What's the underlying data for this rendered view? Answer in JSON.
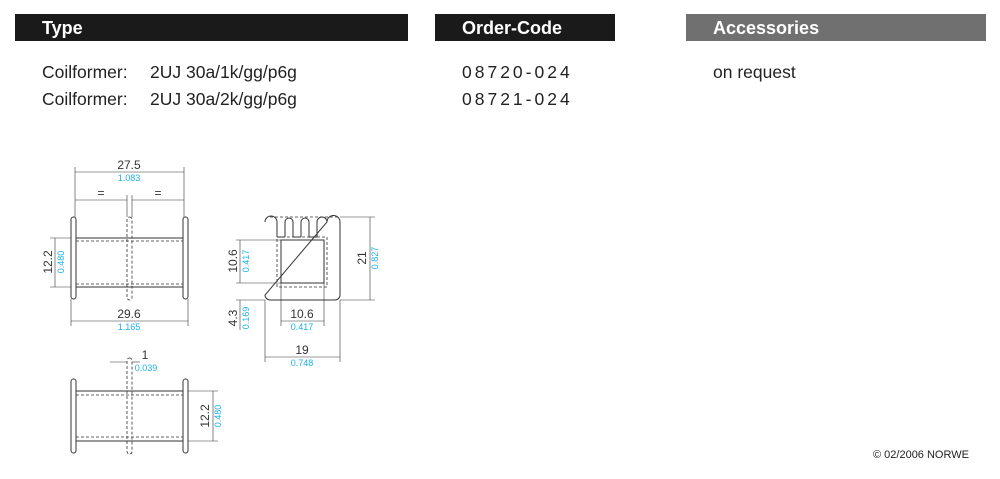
{
  "headers": {
    "type": "Type",
    "order_code": "Order-Code",
    "accessories": "Accessories"
  },
  "colors": {
    "header_dark": "#1a1a1a",
    "header_gray": "#707070",
    "inch_blue": "#1ab0e8"
  },
  "rows": [
    {
      "label": "Coilformer:",
      "type": "2UJ 30a/1k/gg/p6g",
      "code": "08720-024"
    },
    {
      "label": "Coilformer:",
      "type": "2UJ 30a/2k/gg/p6g",
      "code": "08721-024"
    }
  ],
  "accessories": "on request",
  "dims": {
    "d1": {
      "mm": "27.5",
      "in": "1.083"
    },
    "eq": "=",
    "d2": {
      "mm": "12.2",
      "in": "0.480"
    },
    "d3": {
      "mm": "29.6",
      "in": "1.165"
    },
    "d4": {
      "mm": "10.6",
      "in": "0.417"
    },
    "d5": {
      "mm": "21",
      "in": "0.827"
    },
    "d6": {
      "mm": "4.3",
      "in": "0.169"
    },
    "d7": {
      "mm": "10.6",
      "in": "0.417"
    },
    "d8": {
      "mm": "19",
      "in": "0.748"
    },
    "d9": {
      "mm": "1",
      "in": "0.039"
    },
    "d10": {
      "mm": "12.2",
      "in": "0.480"
    }
  },
  "copyright": "© 02/2006 NORWE"
}
